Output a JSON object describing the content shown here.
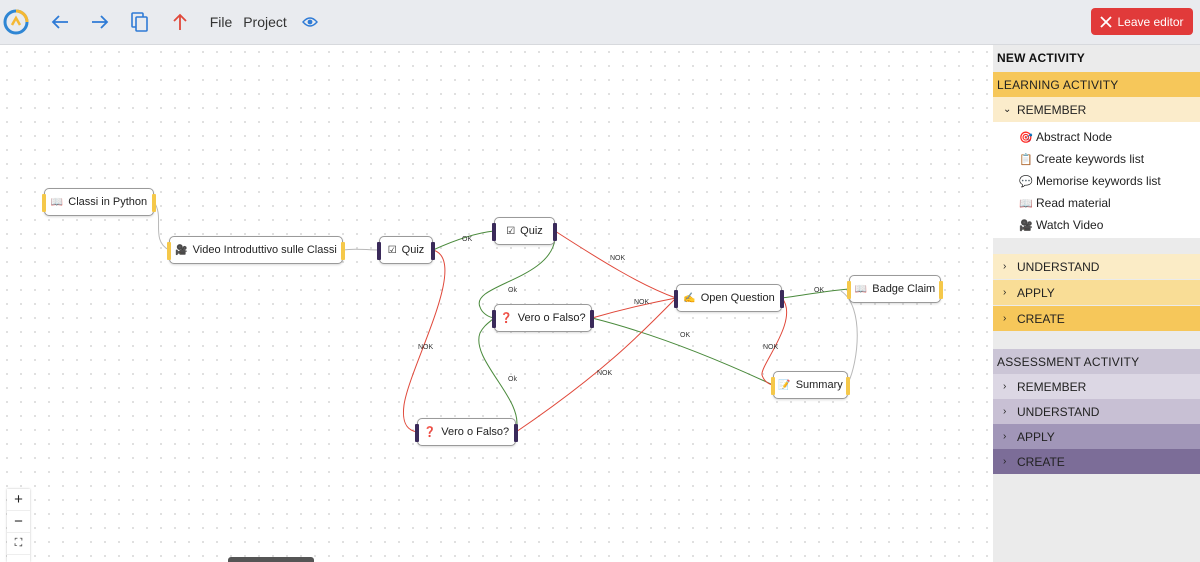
{
  "toolbar": {
    "logo_icon": "app-logo-icon",
    "file_label": "File",
    "project_label": "Project",
    "leave_label": "Leave editor"
  },
  "nodes": {
    "classi": {
      "icon": "📖",
      "label": "Classi in Python"
    },
    "video": {
      "icon": "🎥",
      "label": "Video Introduttivo sulle Classi"
    },
    "quiz1": {
      "icon": "☑",
      "label": "Quiz"
    },
    "quiz2": {
      "icon": "☑",
      "label": "Quiz"
    },
    "vero1": {
      "icon": "❓",
      "label": "Vero o Falso?"
    },
    "vero2": {
      "icon": "❓",
      "label": "Vero o Falso?"
    },
    "open": {
      "icon": "✍",
      "label": "Open Question"
    },
    "summary": {
      "icon": "📝",
      "label": "Summary"
    },
    "badge": {
      "icon": "📖",
      "label": "Badge Claim"
    }
  },
  "edges": {
    "ok_quiz1_quiz2": "OK",
    "ok_quiz2_vero1": "Ok",
    "ok_vero2_vero1": "Ok",
    "nok_quiz1_vero2": "NOK",
    "nok_quiz2_open": "NOK",
    "nok_vero1_open": "NOK",
    "ok_vero1_summary": "OK",
    "nok_vero2_open": "NOK",
    "ok_open_badge": "OK",
    "nok_open_summary": "NOK"
  },
  "zoom": {
    "in": "+",
    "out": "−",
    "fit": "⛶"
  },
  "panel": {
    "title": "NEW ACTIVITY",
    "learning": {
      "label": "LEARNING ACTIVITY",
      "remember": "REMEMBER",
      "items": [
        {
          "icon": "🎯",
          "label": "Abstract Node"
        },
        {
          "icon": "📋",
          "label": "Create keywords list"
        },
        {
          "icon": "💬",
          "label": "Memorise keywords list"
        },
        {
          "icon": "📖",
          "label": "Read material"
        },
        {
          "icon": "🎥",
          "label": "Watch Video"
        }
      ],
      "understand": "UNDERSTAND",
      "apply": "APPLY",
      "create": "CREATE"
    },
    "assessment": {
      "label": "ASSESSMENT ACTIVITY",
      "remember": "REMEMBER",
      "understand": "UNDERSTAND",
      "apply": "APPLY",
      "create": "CREATE"
    }
  },
  "colors": {
    "ok_edge": "#4a8a3c",
    "nok_edge": "#e0483a",
    "learning_header": "#f6c75a",
    "assessment_header": "#cbc5d6",
    "leave_button": "#e13a3a"
  }
}
